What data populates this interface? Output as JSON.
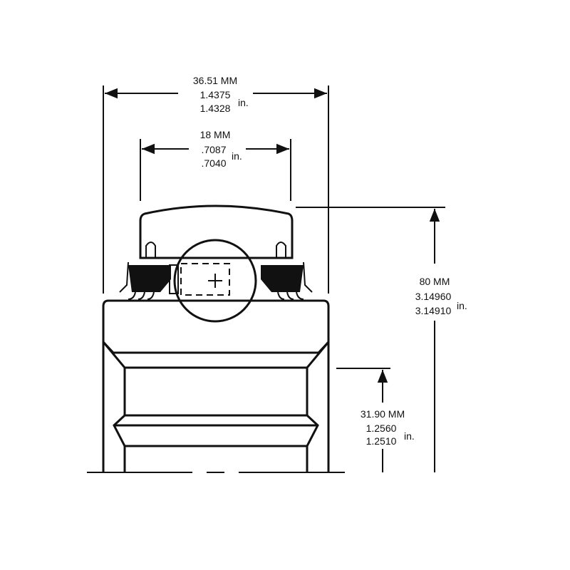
{
  "title": "Bearing cross-section dimension drawing",
  "dimensions": {
    "overall_width": {
      "metric": "36.51 MM",
      "max": "1.4375",
      "min": "1.4328",
      "unit": "in."
    },
    "inner_width": {
      "metric": "18 MM",
      "max": ".7087",
      "min": ".7040",
      "unit": "in."
    },
    "outer_diameter": {
      "metric": "80 MM",
      "max": "3.14960",
      "min": "3.14910",
      "unit": "in."
    },
    "bore": {
      "metric": "31.90 MM",
      "max": "1.2560",
      "min": "1.2510",
      "unit": "in."
    }
  },
  "colors": {
    "line": "#111111",
    "background": "#ffffff"
  }
}
